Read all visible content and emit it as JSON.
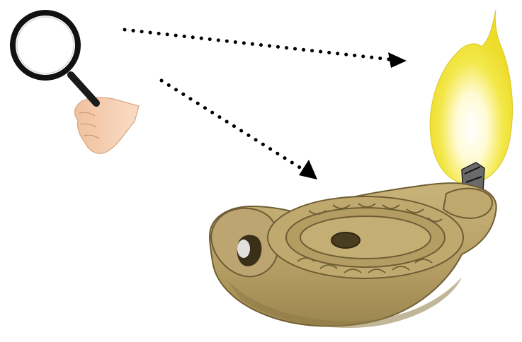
{
  "scene": {
    "background": "#ffffff",
    "objects": [
      {
        "name": "magnifying-glass-icon",
        "rim_color": "#111111",
        "handle_color": "#222222"
      },
      {
        "name": "hand-icon",
        "skin_color": "#f2c6a4"
      },
      {
        "name": "oil-lamp-icon",
        "clay_color": "#b9a46a",
        "shadow_color": "#7d6b3c"
      },
      {
        "name": "flame-icon",
        "outer_color": "#f1e236",
        "core_color": "#ffffff"
      }
    ],
    "arrows": [
      {
        "name": "arrow-to-flame",
        "color": "#000000",
        "style": "dotted"
      },
      {
        "name": "arrow-to-lamp",
        "color": "#000000",
        "style": "dotted"
      }
    ]
  }
}
